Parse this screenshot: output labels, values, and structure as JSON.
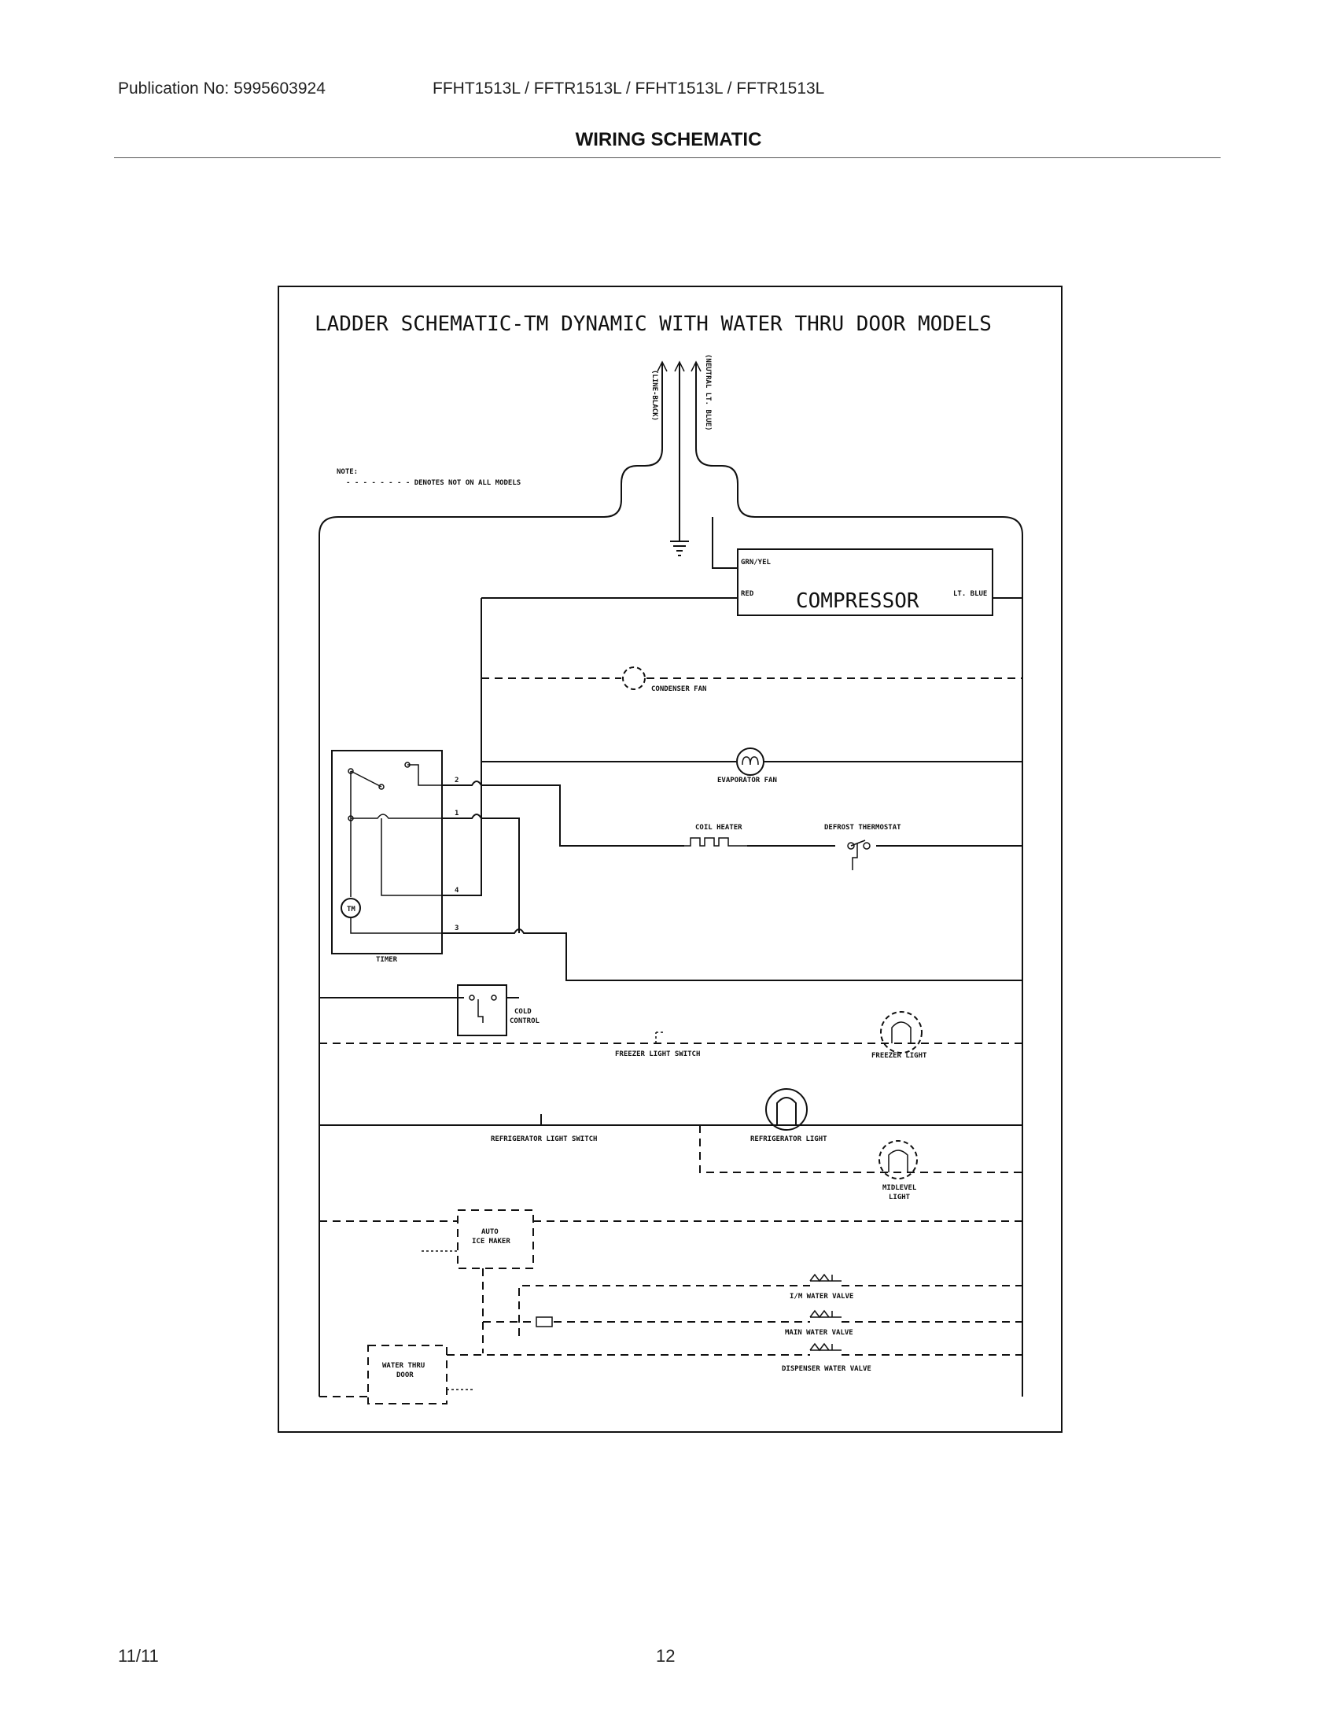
{
  "header": {
    "publication": "Publication No: 5995603924",
    "models": "FFHT1513L / FFTR1513L / FFHT1513L / FFTR1513L",
    "title": "WIRING SCHEMATIC"
  },
  "footer": {
    "date": "11/11",
    "page": "12"
  },
  "diagram": {
    "title": "LADDER SCHEMATIC-TM DYNAMIC WITH WATER THRU DOOR MODELS",
    "line_label": "(LINE-BLACK)",
    "neutral_label": "(NEUTRAL LT. BLUE)",
    "note_title": "NOTE:",
    "note_text": "- - - - - - - - DENOTES NOT ON ALL MODELS",
    "components": {
      "compressor": "COMPRESSOR",
      "grn_yel": "GRN/YEL",
      "red": "RED",
      "lt_blue": "LT. BLUE",
      "condenser_fan": "CONDENSER FAN",
      "evaporator_fan": "EVAPORATOR FAN",
      "coil_heater": "COIL HEATER",
      "defrost_thermostat": "DEFROST THERMOSTAT",
      "timer": "TIMER",
      "timer_motor": "TM",
      "terminal_2": "2",
      "terminal_1": "1",
      "terminal_4": "4",
      "terminal_3": "3",
      "cold_control_1": "COLD",
      "cold_control_2": "CONTROL",
      "freezer_light_switch": "FREEZER LIGHT SWITCH",
      "freezer_light": "FREEZER LIGHT",
      "refrigerator_light_switch": "REFRIGERATOR LIGHT SWITCH",
      "refrigerator_light": "REFRIGERATOR LIGHT",
      "midlevel_light_1": "MIDLEVEL",
      "midlevel_light_2": "LIGHT",
      "auto_ice_maker_1": "AUTO",
      "auto_ice_maker_2": "ICE MAKER",
      "im_water_valve": "I/M WATER VALVE",
      "main_water_valve": "MAIN WATER VALVE",
      "dispenser_water_valve": "DISPENSER WATER VALVE",
      "water_thru_door_1": "WATER THRU",
      "water_thru_door_2": "DOOR"
    }
  }
}
